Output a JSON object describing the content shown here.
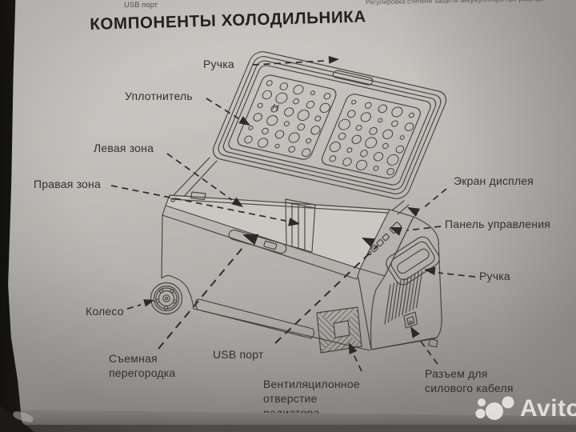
{
  "page": {
    "title": "КОМПОНЕНТЫ ХОЛОДИЛЬНИКА",
    "top_edge_cutoff_left": "USB порт",
    "top_edge_cutoff_right": "Регулировка степени защиты аккумулятора при разряде"
  },
  "diagram": {
    "subject": "Компоненты портативного холодильника (схема с выносками)",
    "labels": {
      "handle_top": "Ручка",
      "seal": "Уплотнитель",
      "left_zone": "Левая зона",
      "right_zone": "Правая зона",
      "display_screen": "Экран дисплея",
      "control_panel": "Панель управления",
      "handle_side": "Ручка",
      "wheel": "Колесо",
      "removable_partition": "Съемная перегородка",
      "usb_port": "USB порт",
      "radiator_vent": "Вентиляцилонное отверстие радиатора",
      "power_socket": "Разъем для силового кабеля"
    },
    "lid_marking": "H"
  },
  "watermark": {
    "brand": "Avito"
  },
  "colors": {
    "paper": "#bfbdb8",
    "ink": "#45443f",
    "label_ink": "#33312d",
    "callout_ink": "#2e2d2a",
    "watermark": "#e6e4df"
  }
}
